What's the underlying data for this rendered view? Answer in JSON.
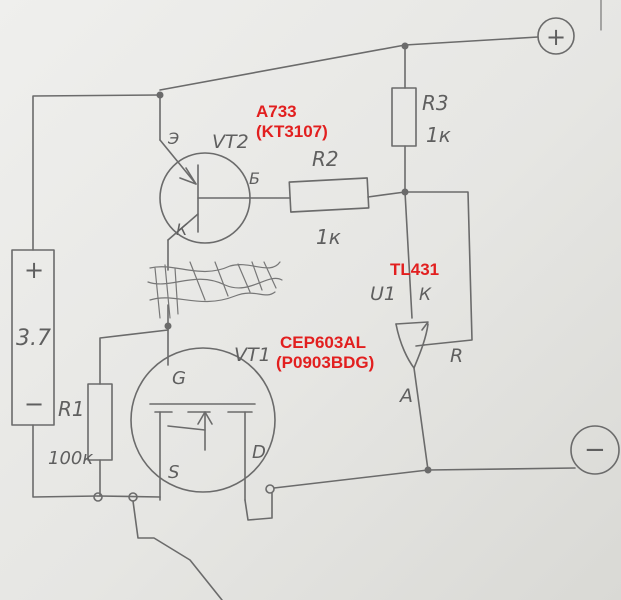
{
  "terminals": {
    "plus": "+",
    "minus": "−"
  },
  "battery": {
    "plus": "+",
    "voltage": "3.7",
    "minus": "−"
  },
  "vt2": {
    "designator": "VT2",
    "emitter": "Э",
    "base": "Б",
    "collector": "К",
    "part_number": "A733",
    "part_alt": "(KT3107)"
  },
  "r2": {
    "designator": "R2",
    "value": "1к"
  },
  "r3": {
    "designator": "R3",
    "value": "1к"
  },
  "u1": {
    "part_number": "TL431",
    "designator": "U1",
    "cathode": "К",
    "anode": "A",
    "ref": "R"
  },
  "vt1": {
    "designator": "VT1",
    "gate": "G",
    "source": "S",
    "drain": "D",
    "part_number": "CEP603AL",
    "part_alt": "(P0903BDG)"
  },
  "r1": {
    "designator": "R1",
    "value": "100к"
  },
  "colors": {
    "annotation": "#e21f1f",
    "pencil": "#6b6b6b",
    "paper": "#ececea"
  }
}
